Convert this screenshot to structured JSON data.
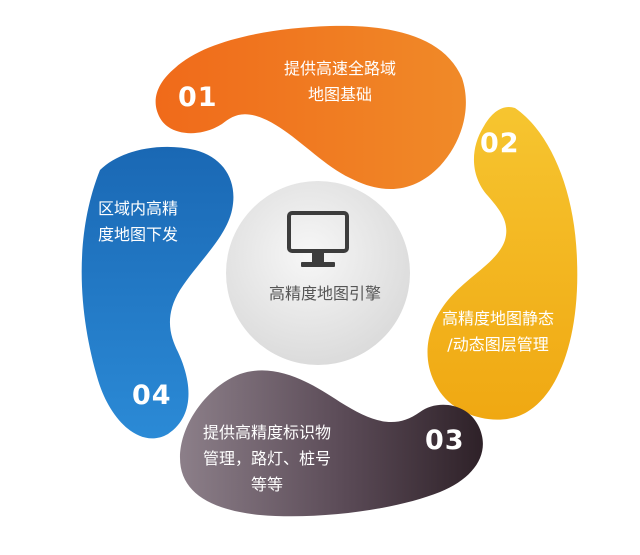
{
  "diagram": {
    "center": {
      "label": "高精度地图引擎",
      "icon": "monitor-icon"
    },
    "steps": [
      {
        "number": "01",
        "lines": [
          "提供高速全路域",
          "地图基础"
        ],
        "color": "#ef6a1b"
      },
      {
        "number": "02",
        "lines": [
          "高精度地图静态",
          "/动态图层管理"
        ],
        "color": "#f2b418"
      },
      {
        "number": "03",
        "lines": [
          "提供高精度标识物",
          "管理，路灯、桩号",
          "等等"
        ],
        "color": "#4a3b46"
      },
      {
        "number": "04",
        "lines": [
          "区域内高精",
          "度地图下发"
        ],
        "color": "#2179c4"
      }
    ]
  }
}
